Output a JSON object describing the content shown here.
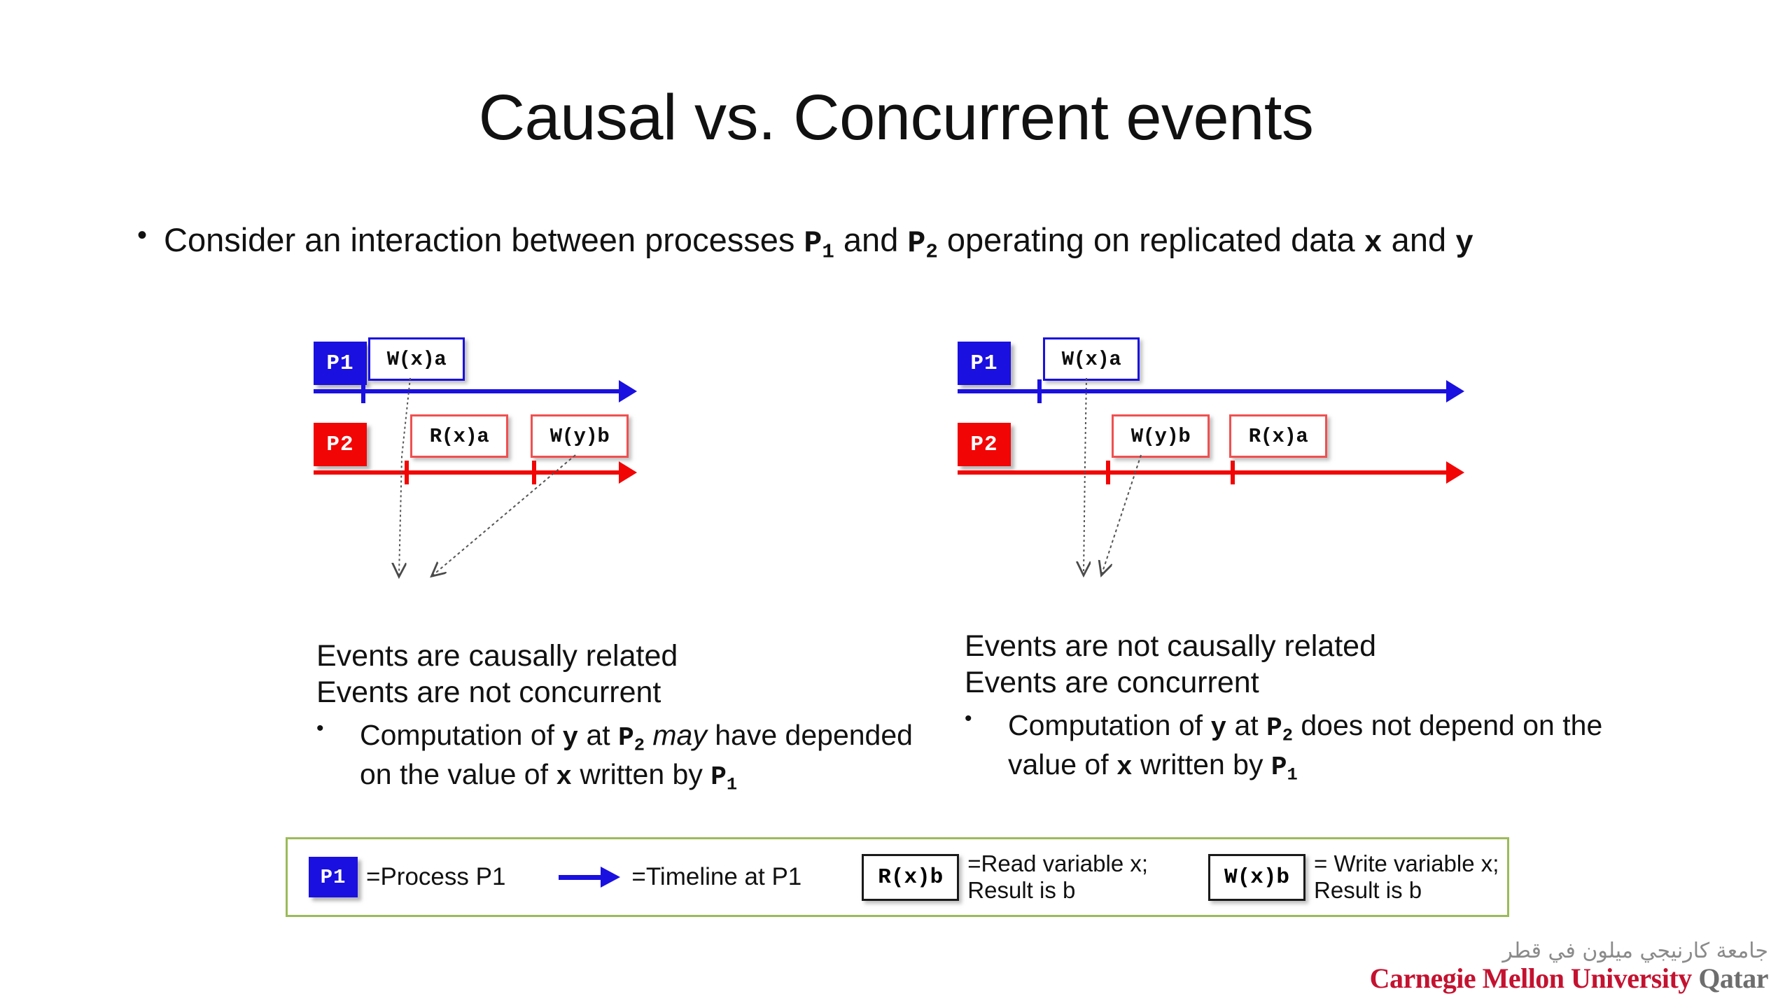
{
  "slide": {
    "title": "Causal vs. Concurrent events",
    "bullet_marker": "•",
    "bullet": {
      "part1": "Consider an interaction between processes ",
      "p1": "P",
      "p1_sub": "1",
      "part2": "  and ",
      "p2": "P",
      "p2_sub": "2",
      "part3": " operating on replicated data ",
      "var_x": "x",
      "part4": " and ",
      "var_y": "y"
    }
  },
  "diagrams": [
    {
      "id": "left",
      "process_top": "P1",
      "process_bottom": "P2",
      "top_events": [
        "W(x)a"
      ],
      "bottom_events": [
        "R(x)a",
        "W(y)b"
      ]
    },
    {
      "id": "right",
      "process_top": "P1",
      "process_bottom": "P2",
      "top_events": [
        "W(x)a"
      ],
      "bottom_events": [
        "W(y)b",
        "R(x)a"
      ]
    }
  ],
  "explanations": {
    "left": {
      "line1": "Events are causally related",
      "line2": "Events are not concurrent",
      "bullet_marker": "•",
      "detail": {
        "a": "Computation of ",
        "y": "y",
        "b": "  at ",
        "p": "P",
        "p_sub": "2",
        "c": " ",
        "may": "may",
        "d": " have depended on the value of ",
        "x": "x",
        "e": " written by ",
        "p1": "P",
        "p1_sub": "1"
      }
    },
    "right": {
      "line1": "Events are not causally related",
      "line2": "Events are concurrent",
      "bullet_marker": "•",
      "detail": {
        "a": "Computation of ",
        "y": "y",
        "b": " at ",
        "p": "P",
        "p_sub": "2",
        "c": " does not depend on the value of ",
        "x": "x",
        "e": " written by ",
        "p1": "P",
        "p1_sub": "1"
      }
    }
  },
  "legend": {
    "border_color": "#9BBB59",
    "process_tag": "P1",
    "process_label": "=Process P1",
    "timeline_label": "=Timeline at P1",
    "read_box": "R(x)b",
    "read_label_line1": "=Read variable x;",
    "read_label_line2": "Result is b",
    "write_box": "W(x)b",
    "write_label_line1": "= Write variable x;",
    "write_label_line2": "Result is b"
  },
  "logo": {
    "arabic": "جامعة كارنيجي ميلون في قطر",
    "name": "Carnegie Mellon University",
    "location": "Qatar",
    "color": "#C41230"
  },
  "colors": {
    "process1": "#1A10E0",
    "process2": "#F20505",
    "event_box_red_border": "#F05050",
    "legend_border": "#9BBB59"
  }
}
